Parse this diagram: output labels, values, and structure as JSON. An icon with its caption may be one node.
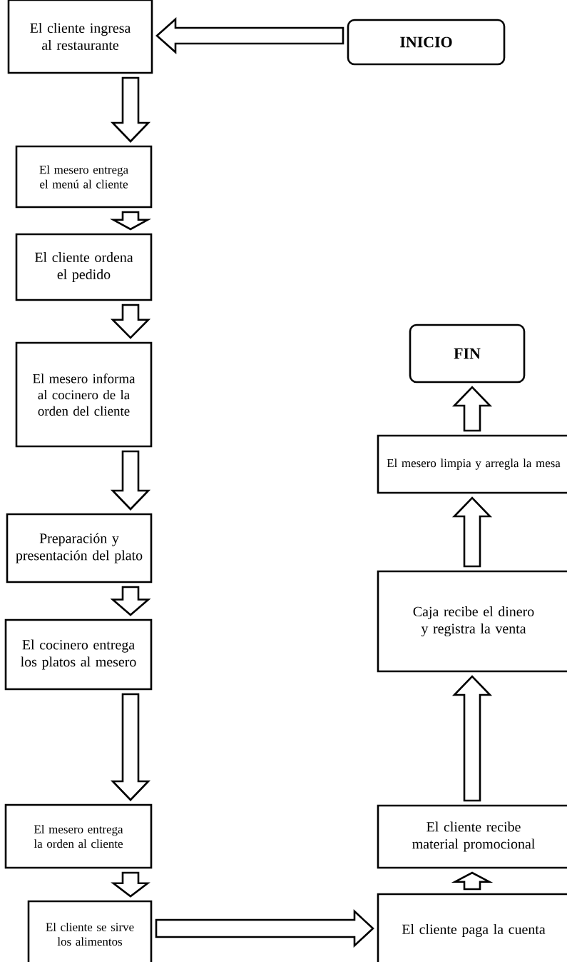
{
  "diagram": {
    "nodes": [
      {
        "text": [
          "INICIO"
        ]
      },
      {
        "text": [
          "El cliente ingresa al restaurante"
        ]
      },
      {
        "text": [
          "El mesero entrega el menú al cliente"
        ]
      },
      {
        "text": [
          "El cliente ordena el pedido"
        ]
      },
      {
        "text": [
          "El mesero informa al cocinero de la orden del cliente"
        ]
      },
      {
        "text": [
          "Preparación y presentación del plato"
        ]
      },
      {
        "text": [
          "El cocinero entrega los platos al mesero"
        ]
      },
      {
        "text": [
          "El mesero entrega la orden al cliente"
        ]
      },
      {
        "text": [
          "El cliente se sirve los alimentos"
        ]
      },
      {
        "text": [
          "El cliente paga la cuenta"
        ]
      },
      {
        "text": [
          "El cliente recibe material promocional"
        ]
      },
      {
        "text": [
          "Caja recibe el dinero y registra la venta"
        ]
      },
      {
        "text": [
          "El mesero limpia y arregla la mesa"
        ]
      },
      {
        "text": [
          "FIN"
        ]
      }
    ],
    "edges": [
      {
        "from": 0,
        "to": 1,
        "arrow": "to"
      },
      {
        "from": 1,
        "to": 2,
        "arrow": "to"
      },
      {
        "from": 2,
        "to": 3,
        "arrow": "to"
      },
      {
        "from": 3,
        "to": 4,
        "arrow": "to"
      },
      {
        "from": 4,
        "to": 5,
        "arrow": "to"
      },
      {
        "from": 5,
        "to": 6,
        "arrow": "to"
      },
      {
        "from": 6,
        "to": 7,
        "arrow": "to"
      },
      {
        "from": 7,
        "to": 8,
        "arrow": "to"
      },
      {
        "from": 8,
        "to": 9,
        "arrow": "to"
      },
      {
        "from": 9,
        "to": 10,
        "arrow": "to"
      },
      {
        "from": 10,
        "to": 11,
        "arrow": "to"
      },
      {
        "from": 11,
        "to": 12,
        "arrow": "to"
      },
      {
        "from": 12,
        "to": 13,
        "arrow": "to"
      }
    ]
  }
}
